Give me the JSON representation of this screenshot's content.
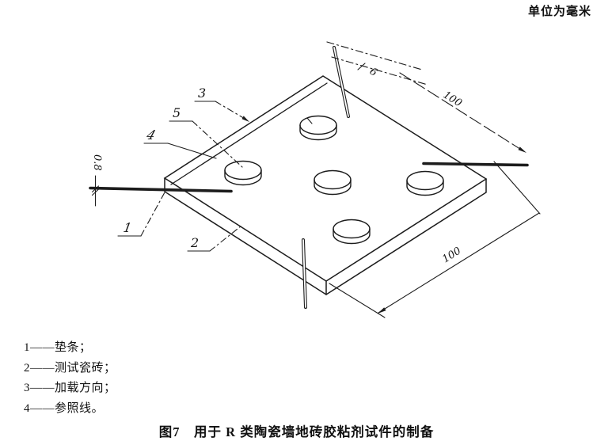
{
  "unit_note": "单位为毫米",
  "drawing": {
    "callouts": {
      "1": "1",
      "2": "2",
      "3": "3",
      "4": "4",
      "5": "5"
    },
    "dims": {
      "spacer_thickness": "0.8",
      "edge_offset": "6",
      "side_top": "100",
      "side_bottom": "100"
    }
  },
  "legend": {
    "items": [
      "1——垫条；",
      "2——测试瓷砖；",
      "3——加载方向；",
      "4——参照线。"
    ]
  },
  "caption": "图7　用于 R 类陶瓷墙地砖胶粘剂试件的制备"
}
